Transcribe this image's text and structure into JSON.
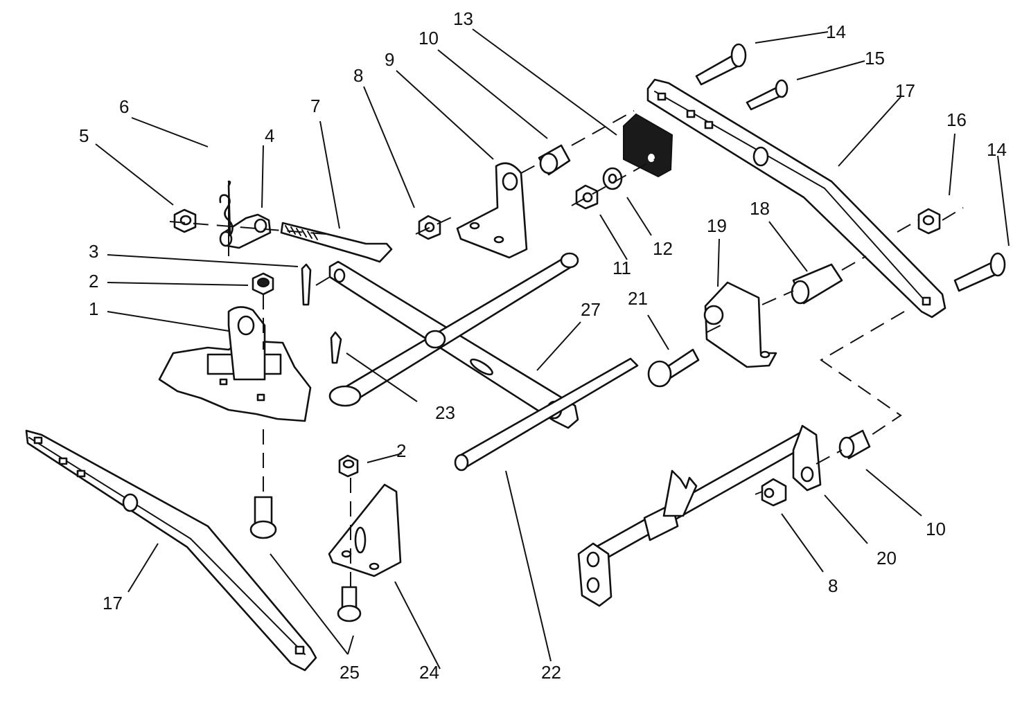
{
  "callouts": [
    {
      "id": "c1",
      "label": "1"
    },
    {
      "id": "c2a",
      "label": "2"
    },
    {
      "id": "c2b",
      "label": "2"
    },
    {
      "id": "c3",
      "label": "3"
    },
    {
      "id": "c4",
      "label": "4"
    },
    {
      "id": "c5",
      "label": "5"
    },
    {
      "id": "c6",
      "label": "6"
    },
    {
      "id": "c7",
      "label": "7"
    },
    {
      "id": "c8a",
      "label": "8"
    },
    {
      "id": "c8b",
      "label": "8"
    },
    {
      "id": "c9",
      "label": "9"
    },
    {
      "id": "c10a",
      "label": "10"
    },
    {
      "id": "c10b",
      "label": "10"
    },
    {
      "id": "c11",
      "label": "11"
    },
    {
      "id": "c12",
      "label": "12"
    },
    {
      "id": "c13",
      "label": "13"
    },
    {
      "id": "c14a",
      "label": "14"
    },
    {
      "id": "c14b",
      "label": "14"
    },
    {
      "id": "c15",
      "label": "15"
    },
    {
      "id": "c16",
      "label": "16"
    },
    {
      "id": "c17a",
      "label": "17"
    },
    {
      "id": "c17b",
      "label": "17"
    },
    {
      "id": "c18",
      "label": "18"
    },
    {
      "id": "c19",
      "label": "19"
    },
    {
      "id": "c20",
      "label": "20"
    },
    {
      "id": "c21",
      "label": "21"
    },
    {
      "id": "c22",
      "label": "22"
    },
    {
      "id": "c23",
      "label": "23"
    },
    {
      "id": "c24",
      "label": "24"
    },
    {
      "id": "c25",
      "label": "25"
    },
    {
      "id": "c27",
      "label": "27"
    }
  ]
}
